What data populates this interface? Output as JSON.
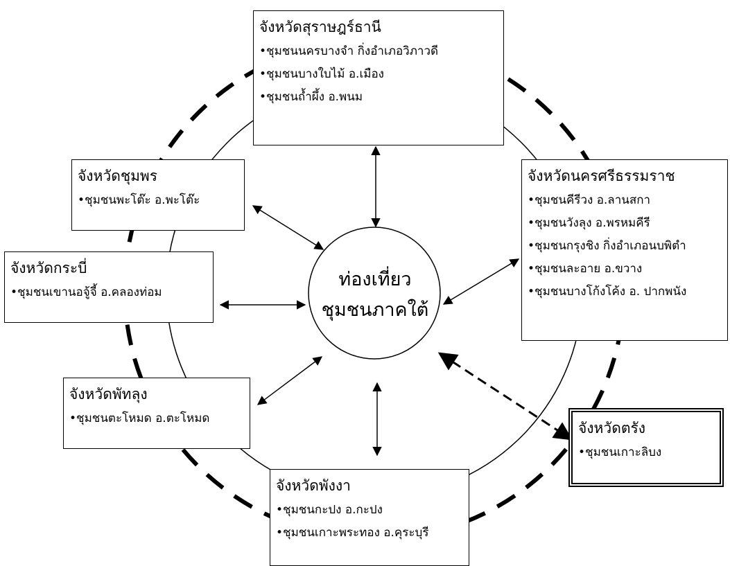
{
  "center": {
    "line1": "ท่องเที่ยว",
    "line2": "ชุมชนภาคใต้"
  },
  "provinces": [
    {
      "name": "จังหวัดสุราษฎร์ธานี",
      "communities": [
        "ชุมชนนครบางจำ กิ่งอำเภอวิภาวดี",
        "ชุมชนบางใบไม้ อ.เมือง",
        "ชุมชนถ้ำผึ้ง อ.พนม"
      ]
    },
    {
      "name": "จังหวัดชุมพร",
      "communities": [
        "ชุมชนพะโต๊ะ อ.พะโต๊ะ"
      ]
    },
    {
      "name": "จังหวัดกระบี่",
      "communities": [
        "ชุมชนเขานอจู้จี้ อ.คลองท่อม"
      ]
    },
    {
      "name": "จังหวัดพัทลุง",
      "communities": [
        "ชุมชนตะโหมด อ.ตะโหมด"
      ]
    },
    {
      "name": "จังหวัดพังงา",
      "communities": [
        "ชุมชนกะปง อ.กะปง",
        "ชุมชนเกาะพระทอง อ.คุระบุรี"
      ]
    },
    {
      "name": "จังหวัดนครศรีธรรมราช",
      "communities": [
        "ชุมชนคีรีวง อ.ลานสกา",
        "ชุมชนวังลุง อ.พรหมคีรี",
        "ชุมชนกรุงชิง กิ่งอำเภอนบพิตำ",
        "ชุมชนละอาย อ.ขวาง",
        "ชุมชนบางโก้งโค้ง อ. ปากพนัง"
      ]
    },
    {
      "name": "จังหวัดตรัง",
      "communities": [
        "ชุมชนเกาะลิบง"
      ]
    }
  ]
}
